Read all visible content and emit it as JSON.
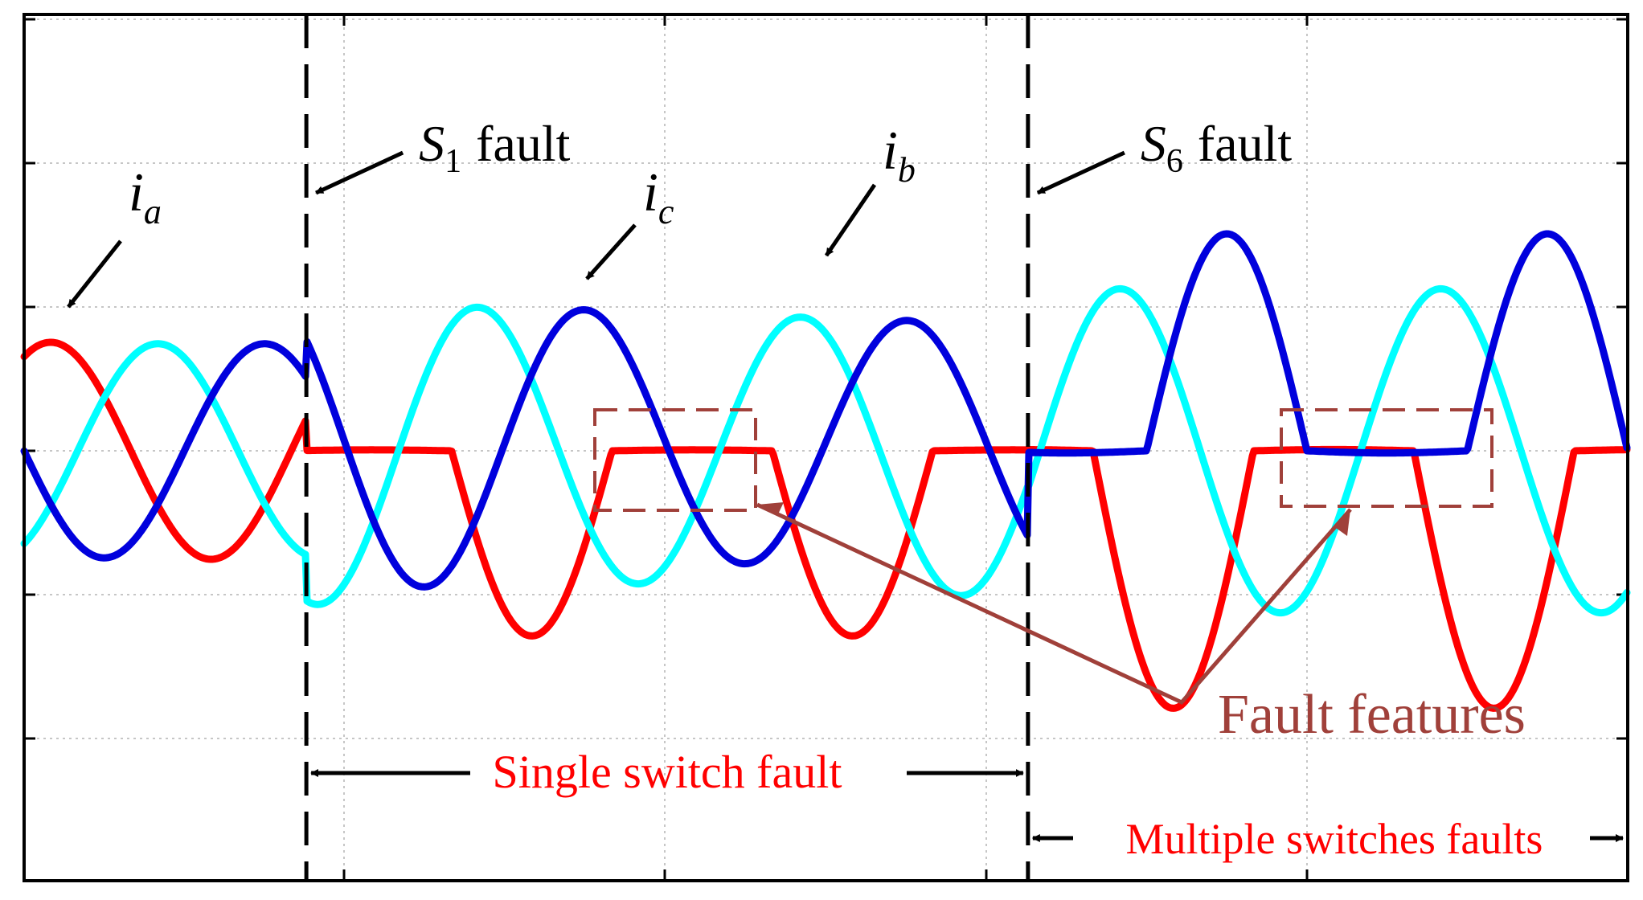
{
  "chart_data": {
    "type": "line",
    "title": "",
    "xlabel": "",
    "ylabel": "",
    "grid": true,
    "x_cycles": [
      0,
      5
    ],
    "phase_labels": [
      {
        "base": "i",
        "sub": "a",
        "series": "ia"
      },
      {
        "base": "i",
        "sub": "b",
        "series": "ib"
      },
      {
        "base": "i",
        "sub": "c",
        "series": "ic"
      }
    ],
    "fault_events": [
      {
        "label_base": "S",
        "label_sub": "1",
        "label_text": "fault",
        "at_cycle": 0.88
      },
      {
        "label_base": "S",
        "label_sub": "6",
        "label_text": "fault",
        "at_cycle": 3.13
      }
    ],
    "fault_features_label": "Fault features",
    "regions": [
      {
        "label": "Single switch fault",
        "from_cycle": 0.88,
        "to_cycle": 3.13
      },
      {
        "label": "Multiple switches faults",
        "from_cycle": 3.13,
        "to_cycle": 5.0
      }
    ],
    "series": [
      {
        "key": "ia",
        "color": "#ff0000",
        "fault_clamps": "positive half-cycles clamped to 0 after S1 fault"
      },
      {
        "key": "ib",
        "color": "#00ffff",
        "fault_clamps": "none"
      },
      {
        "key": "ic",
        "color": "#0000dd",
        "fault_clamps": "negative half-cycles clamped to 0 after S6 fault"
      }
    ],
    "colors": {
      "axes": "#000000",
      "grid": "#b4b4b4",
      "annotation": "#000000",
      "region_text": "#ff0000",
      "feature": "#a0403a"
    }
  }
}
